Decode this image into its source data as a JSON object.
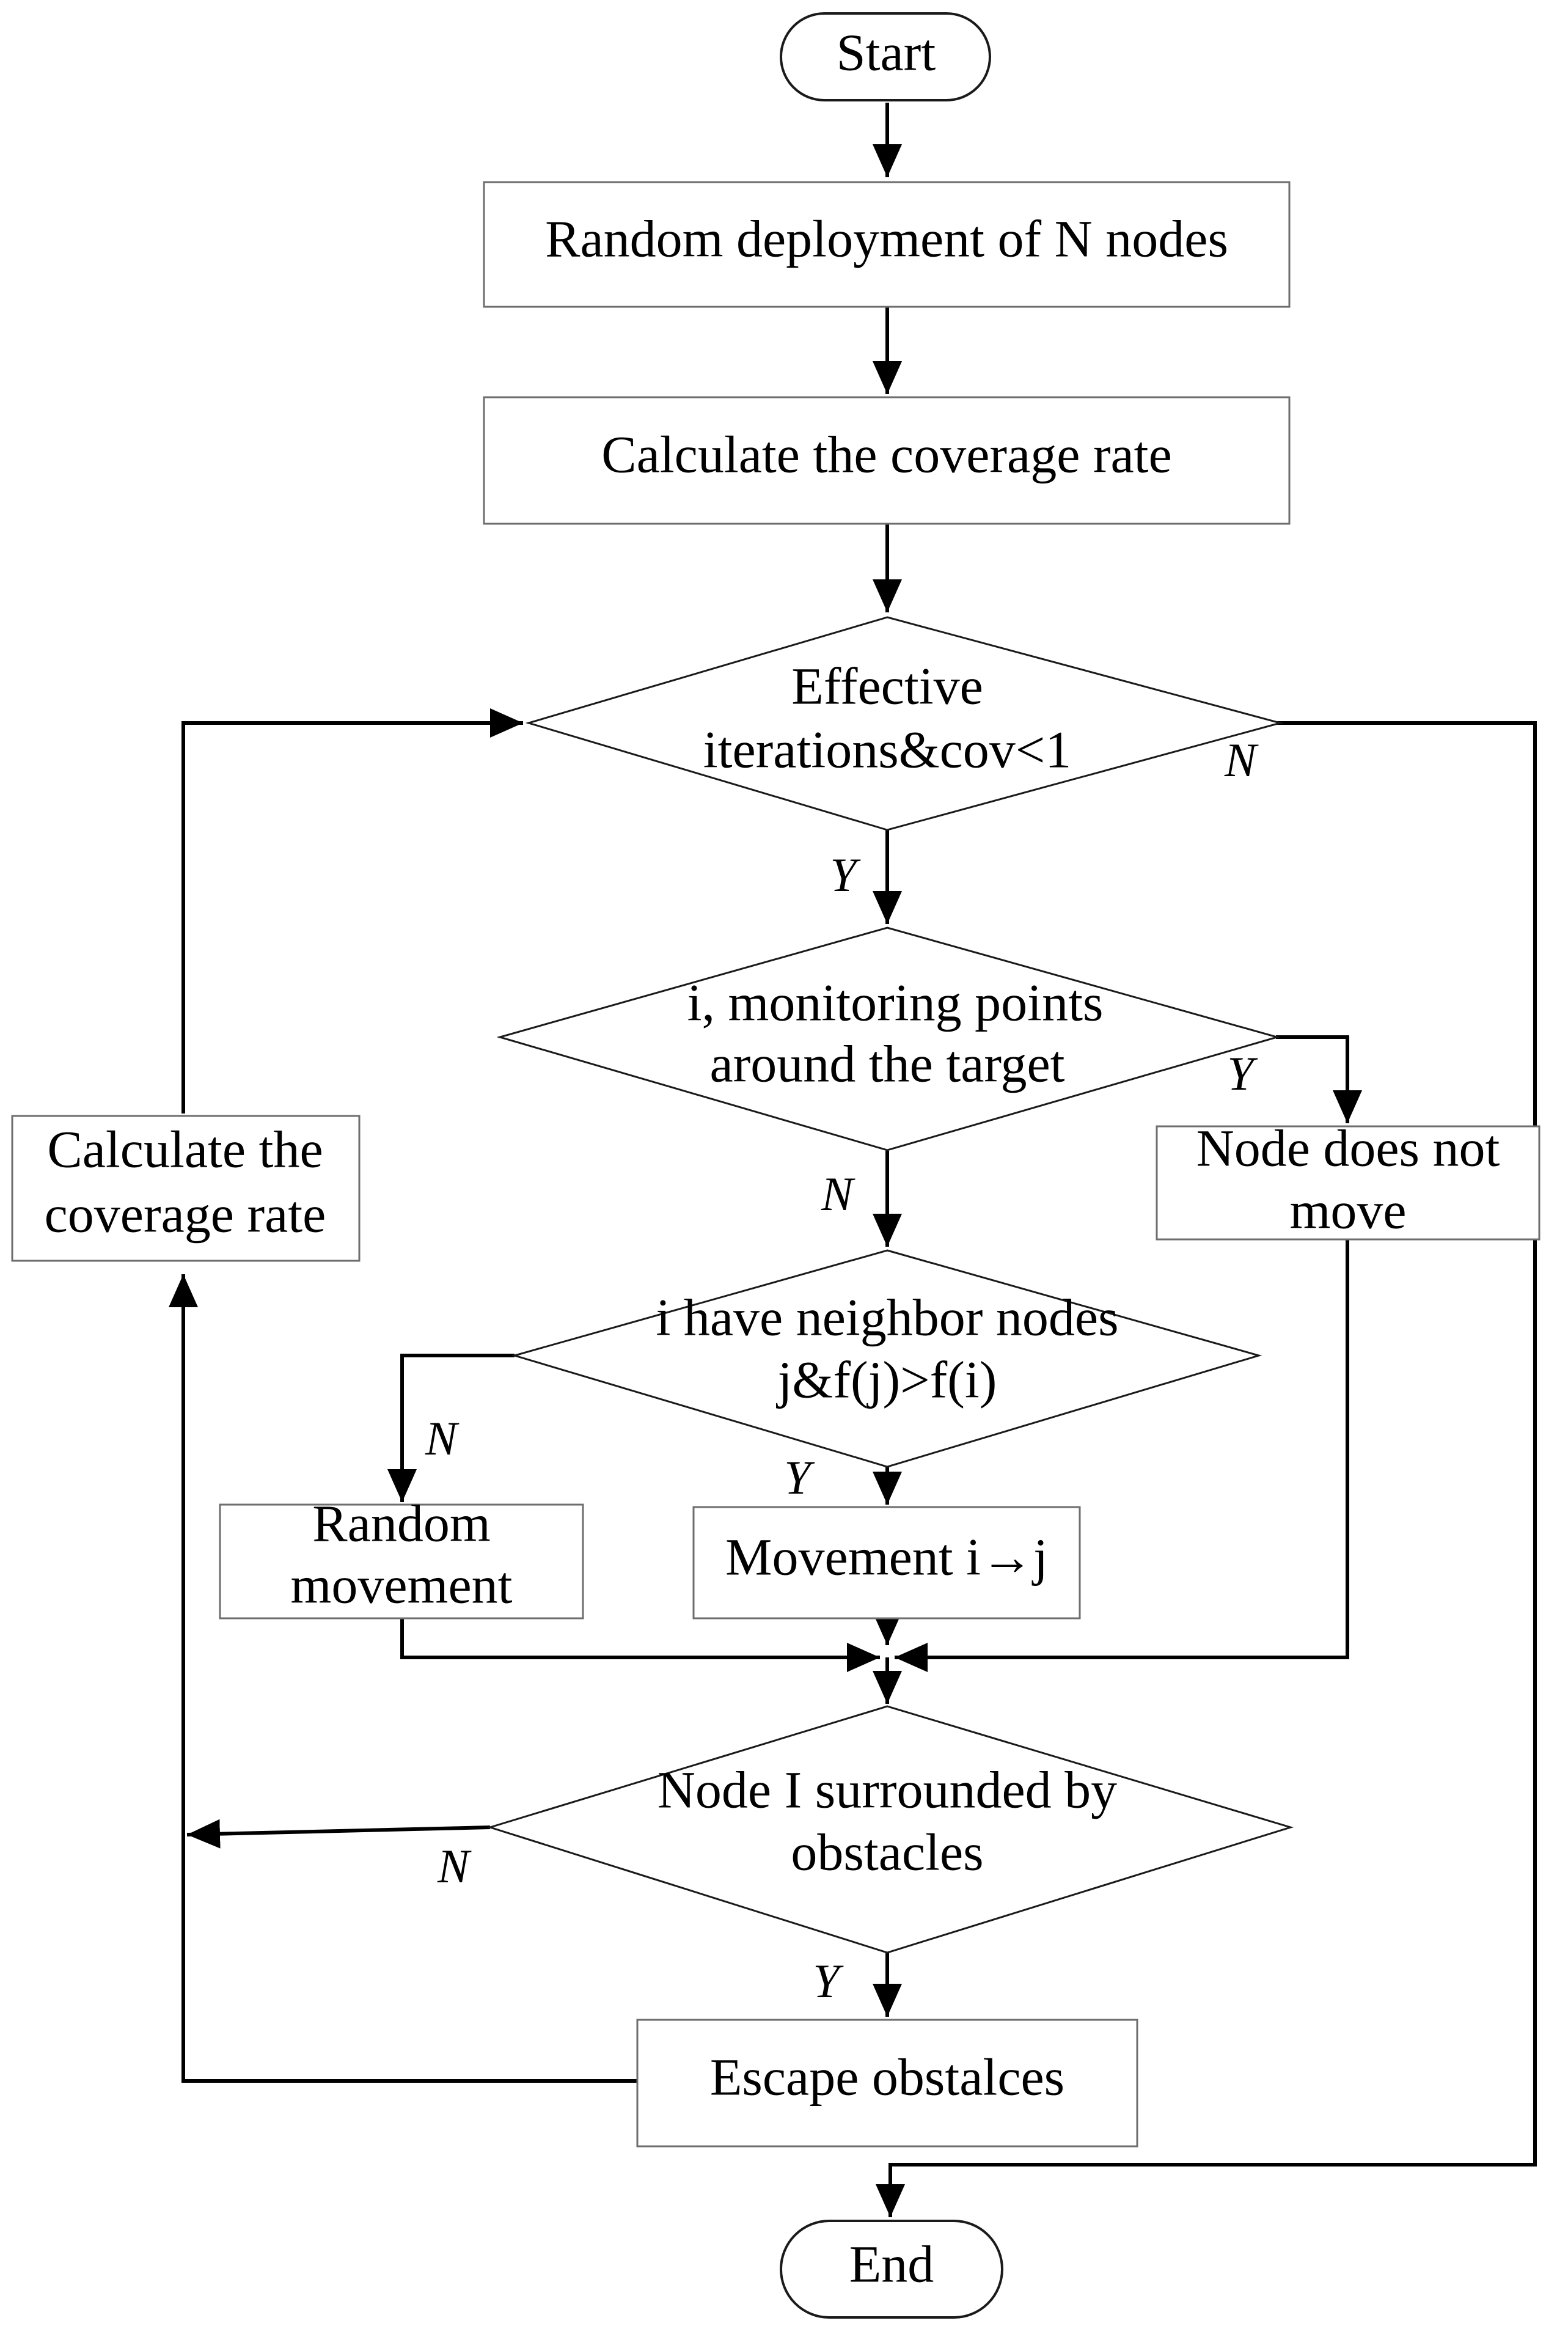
{
  "nodes": {
    "start": "Start",
    "deploy": "Random deployment of N nodes",
    "calc_top": "Calculate the coverage rate",
    "decision_iter": {
      "line1": "Effective",
      "line2": "iterations&cov<1"
    },
    "decision_monitor": {
      "line1": "i, monitoring points",
      "line2": "around the target"
    },
    "no_move": {
      "line1": "Node does not",
      "line2": "move"
    },
    "calc_left": {
      "line1": "Calculate the",
      "line2": "coverage rate"
    },
    "decision_neighbor": {
      "line1": "i have neighbor nodes",
      "line2": "j&f(j)>f(i)"
    },
    "random_move": {
      "line1": "Random",
      "line2": "movement"
    },
    "move_ij": "Movement i→j",
    "decision_obstacle": {
      "line1": "Node I surrounded by",
      "line2": "obstacles"
    },
    "escape": "Escape obstalces",
    "end": "End"
  },
  "edge_labels": {
    "iter_no": "N",
    "iter_yes": "Y",
    "monitor_yes": "Y",
    "monitor_no": "N",
    "neighbor_no": "N",
    "neighbor_yes": "Y",
    "obstacle_no": "N",
    "obstacle_yes": "Y"
  }
}
